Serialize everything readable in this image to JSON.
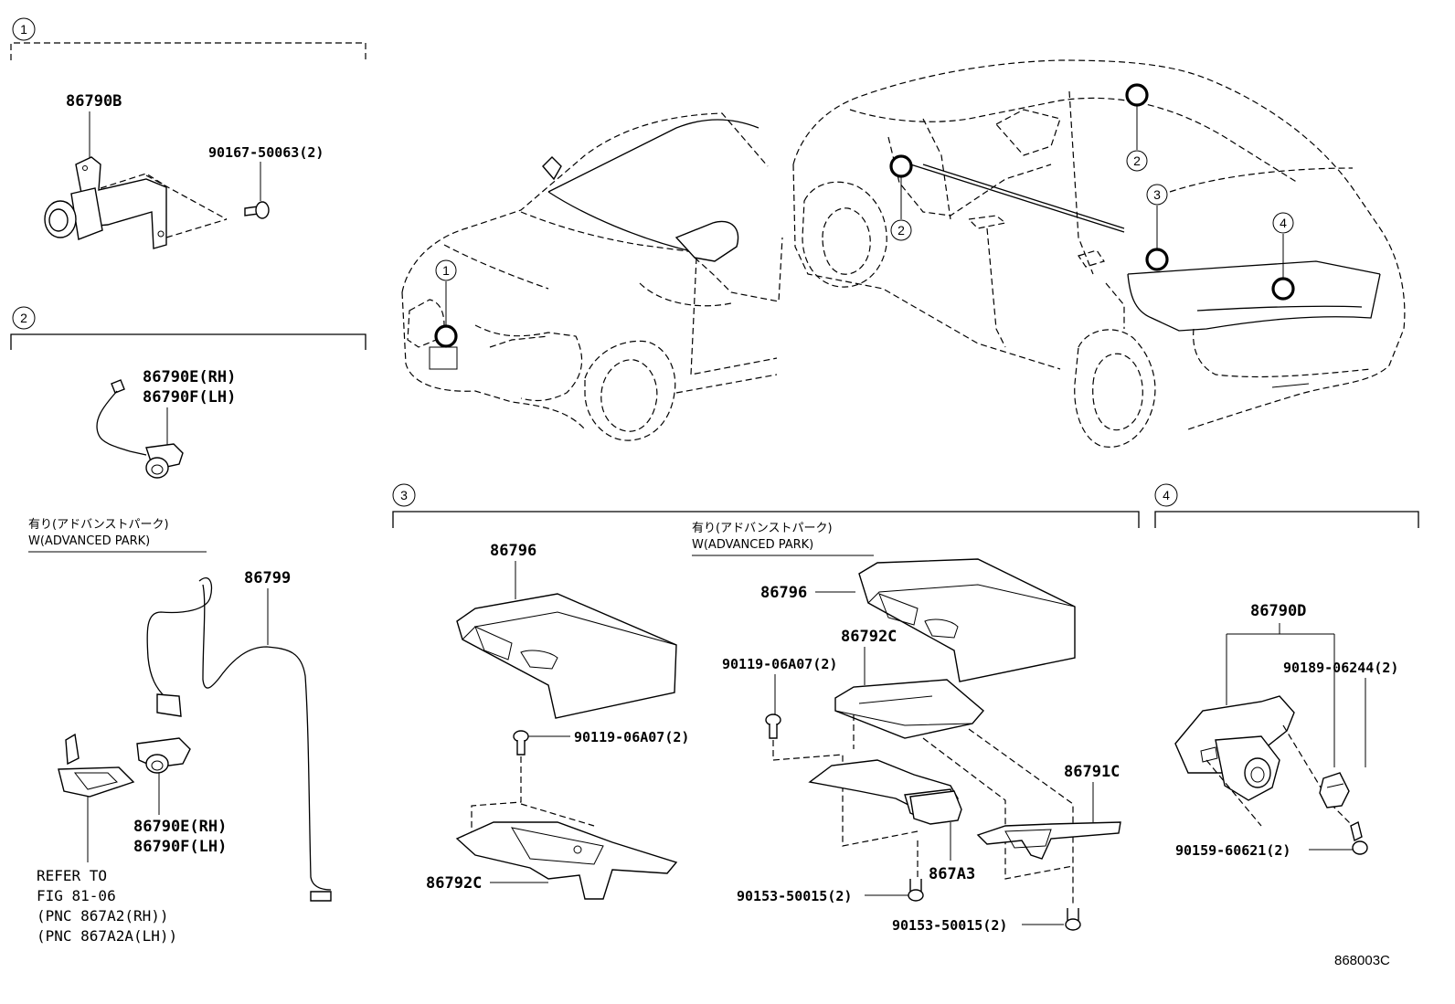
{
  "sections": {
    "s1": "1",
    "s2": "2",
    "s3": "3",
    "s4": "4"
  },
  "locations": {
    "front_1": "1",
    "side_2a": "2",
    "side_2b": "2",
    "side_3": "3",
    "rear_4": "4"
  },
  "parts": {
    "p86790B": "86790B",
    "p90167": "90167-50063(2)",
    "p86790E_top": "86790E(RH)",
    "p86790F_top": "86790F(LH)",
    "p86799": "86799",
    "p86790E_bot": "86790E(RH)",
    "p86790F_bot": "86790F(LH)",
    "p86796_left": "86796",
    "p90119_left": "90119-06A07(2)",
    "p86792C_left": "86792C",
    "p86796_right": "86796",
    "p86792C_right": "86792C",
    "p90119_right": "90119-06A07(2)",
    "p86791C": "86791C",
    "p867A3": "867A3",
    "p90153_a": "90153-50015(2)",
    "p90153_b": "90153-50015(2)",
    "p86790D": "86790D",
    "p90189": "90189-06244(2)",
    "p90159": "90159-60621(2)"
  },
  "notes": {
    "adv_jp_left": "有り(アドバンストパーク)",
    "adv_en_left": "W(ADVANCED PARK)",
    "adv_jp_right": "有り(アドバンストパーク)",
    "adv_en_right": "W(ADVANCED PARK)"
  },
  "refer": {
    "line1": "REFER TO",
    "line2": "FIG 81-06",
    "line3": "(PNC 867A2(RH))",
    "line4": "(PNC 867A2A(LH))"
  },
  "figure_code": "868003C"
}
